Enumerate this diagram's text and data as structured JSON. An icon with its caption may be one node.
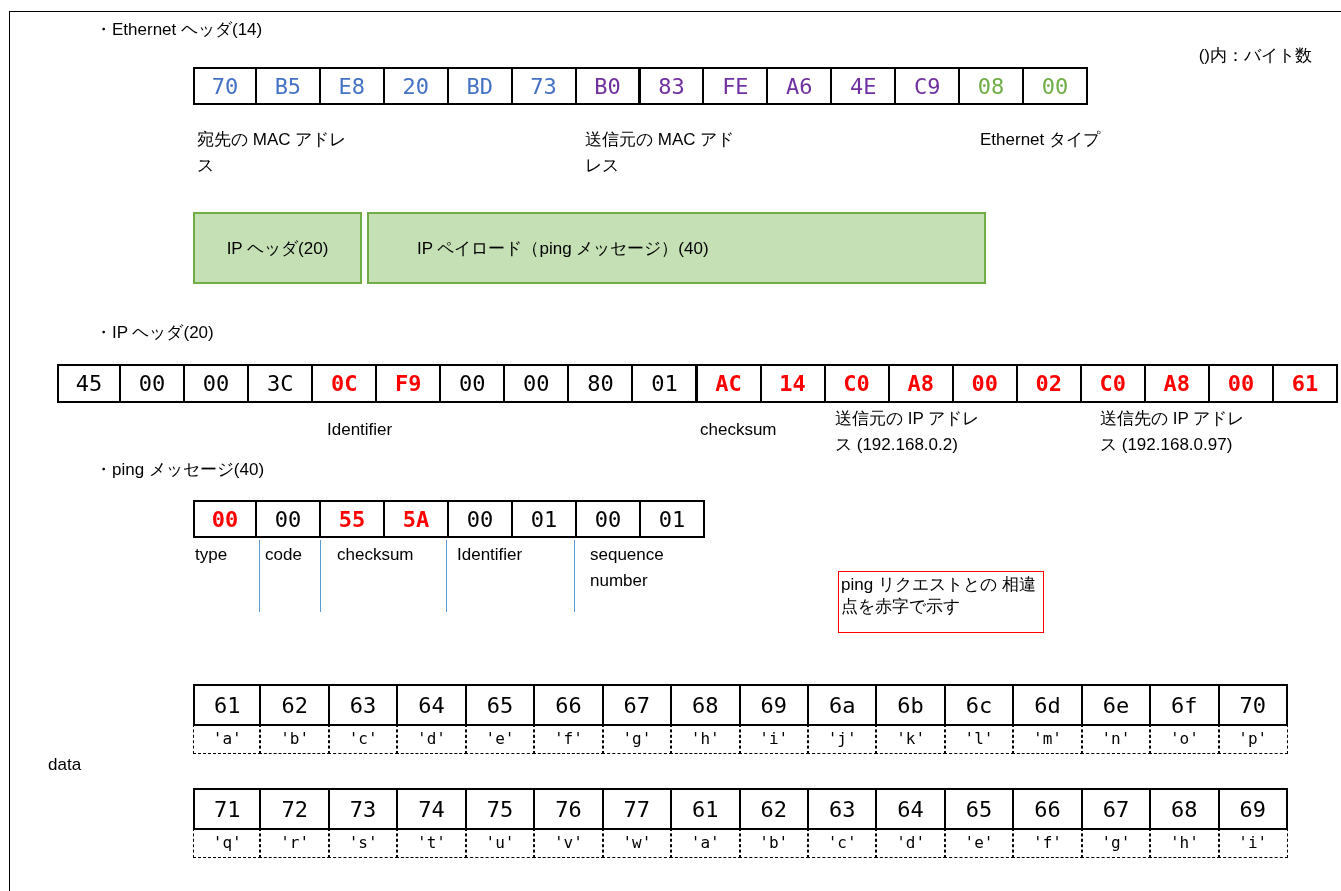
{
  "diagram": {
    "nodes": [
      {
        "text": [
          "IP ヘッダ(20)"
        ]
      },
      {
        "text": [
          "IP ペイロード（ping メッセージ）(40)"
        ]
      },
      {
        "text": [
          "ping リクエストとの 相違点を赤字で示す"
        ]
      }
    ],
    "labels": [
      "・Ethernet ヘッダ(14)",
      "()内：バイト数",
      "70",
      "B5",
      "E8",
      "20",
      "BD",
      "73",
      "B0",
      "83",
      "FE",
      "A6",
      "4E",
      "C9",
      "08",
      "00",
      "宛先の MAC アドレス",
      "送信元の MAC アドレス",
      "Ethernet タイプ",
      "・IP ヘッダ(20)",
      "45",
      "00",
      "00",
      "3C",
      "0C",
      "F9",
      "00",
      "00",
      "80",
      "01",
      "AC",
      "14",
      "C0",
      "A8",
      "00",
      "02",
      "C0",
      "A8",
      "00",
      "61",
      "Identifier",
      "checksum",
      "送信元の IP アドレス (192.168.0.2)",
      "送信先の IP アドレス (192.168.0.97)",
      "・ping メッセージ(40)",
      "00",
      "00",
      "55",
      "5A",
      "00",
      "01",
      "00",
      "01",
      "type",
      "code",
      "checksum",
      "Identifier",
      "sequence number",
      "61",
      "62",
      "63",
      "64",
      "65",
      "66",
      "67",
      "68",
      "69",
      "6a",
      "6b",
      "6c",
      "6d",
      "6e",
      "6f",
      "70",
      "'a'",
      "'b'",
      "'c'",
      "'d'",
      "'e'",
      "'f'",
      "'g'",
      "'h'",
      "'i'",
      "'j'",
      "'k'",
      "'l'",
      "'m'",
      "'n'",
      "'o'",
      "'p'",
      "data",
      "71",
      "72",
      "73",
      "74",
      "75",
      "76",
      "77",
      "61",
      "62",
      "63",
      "64",
      "65",
      "66",
      "67",
      "68",
      "69",
      "'q'",
      "'r'",
      "'s'",
      "'t'",
      "'u'",
      "'v'",
      "'w'",
      "'a'",
      "'b'",
      "'c'",
      "'d'",
      "'e'",
      "'f'",
      "'g'",
      "'h'",
      "'i'"
    ]
  }
}
